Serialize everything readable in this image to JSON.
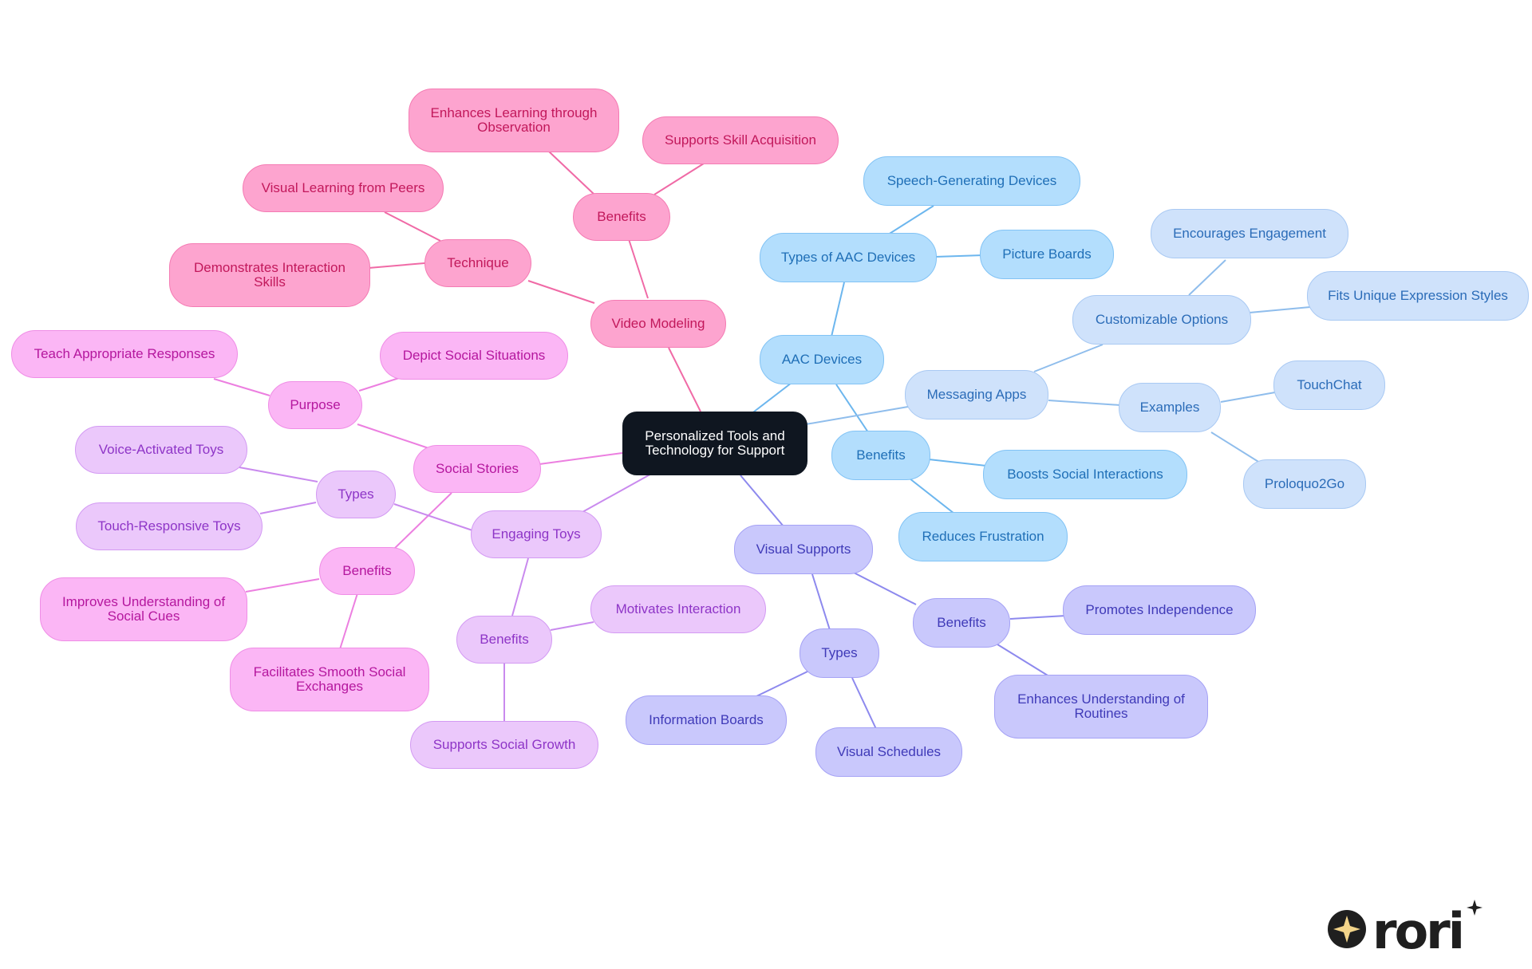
{
  "root": "Personalized Tools and\nTechnology for Support",
  "branches": {
    "video_modeling": {
      "label": "Video Modeling",
      "benefits": "Benefits",
      "enhances": "Enhances Learning through\nObservation",
      "supports_skill": "Supports Skill Acquisition",
      "technique": "Technique",
      "visual_learning": "Visual Learning from Peers",
      "demonstrates": "Demonstrates Interaction\nSkills"
    },
    "social_stories": {
      "label": "Social Stories",
      "purpose": "Purpose",
      "teach": "Teach Appropriate Responses",
      "depict": "Depict Social Situations",
      "benefits": "Benefits",
      "improves": "Improves Understanding of\nSocial Cues",
      "facilitates": "Facilitates Smooth Social\nExchanges"
    },
    "engaging_toys": {
      "label": "Engaging Toys",
      "types": "Types",
      "voice": "Voice-Activated Toys",
      "touch": "Touch-Responsive Toys",
      "benefits": "Benefits",
      "motivates": "Motivates Interaction",
      "supports_growth": "Supports Social Growth"
    },
    "visual_supports": {
      "label": "Visual Supports",
      "types": "Types",
      "info_boards": "Information Boards",
      "schedules": "Visual Schedules",
      "benefits": "Benefits",
      "independence": "Promotes Independence",
      "routines": "Enhances Understanding of\nRoutines"
    },
    "aac_devices": {
      "label": "AAC Devices",
      "types": "Types of AAC Devices",
      "speech": "Speech-Generating Devices",
      "picture": "Picture Boards",
      "benefits": "Benefits",
      "boosts": "Boosts Social Interactions",
      "reduces": "Reduces Frustration"
    },
    "messaging_apps": {
      "label": "Messaging Apps",
      "custom": "Customizable Options",
      "encourages": "Encourages Engagement",
      "fits": "Fits Unique Expression Styles",
      "examples": "Examples",
      "touchchat": "TouchChat",
      "proloquo": "Proloquo2Go"
    }
  },
  "logo": {
    "text": "rori",
    "icon": "four-point-star-icon"
  },
  "colors": {
    "video": "#f06aa6",
    "social": "#ec7fe0",
    "toys": "#c98aee",
    "visual": "#8d89ee",
    "aac": "#6cb6ee",
    "msg": "#8fbdec"
  }
}
